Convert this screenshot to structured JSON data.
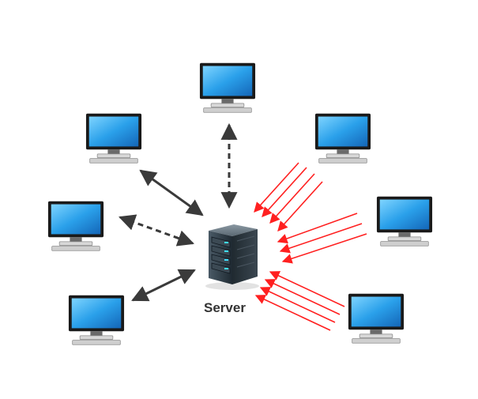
{
  "server": {
    "label": "Server"
  },
  "colors": {
    "normal_link": "#3a3a3a",
    "attack_link": "#ff2020",
    "screen": "#2aa0ea",
    "monitor_frame": "#1a1a1a",
    "server_body": "#2b3a44",
    "server_led": "#3fe0ff"
  },
  "nodes": [
    {
      "id": "top-center"
    },
    {
      "id": "upper-left"
    },
    {
      "id": "mid-left"
    },
    {
      "id": "lower-left"
    },
    {
      "id": "upper-right"
    },
    {
      "id": "mid-right"
    },
    {
      "id": "lower-right"
    }
  ],
  "links": [
    {
      "from": "top-center",
      "style": "dashed",
      "kind": "normal"
    },
    {
      "from": "upper-left",
      "style": "solid",
      "kind": "normal"
    },
    {
      "from": "mid-left",
      "style": "dashed",
      "kind": "normal"
    },
    {
      "from": "lower-left",
      "style": "solid",
      "kind": "normal"
    },
    {
      "from": "upper-right",
      "style": "solid",
      "kind": "attack",
      "count": 4
    },
    {
      "from": "mid-right",
      "style": "solid",
      "kind": "attack",
      "count": 3
    },
    {
      "from": "lower-right",
      "style": "solid",
      "kind": "attack",
      "count": 4
    }
  ]
}
